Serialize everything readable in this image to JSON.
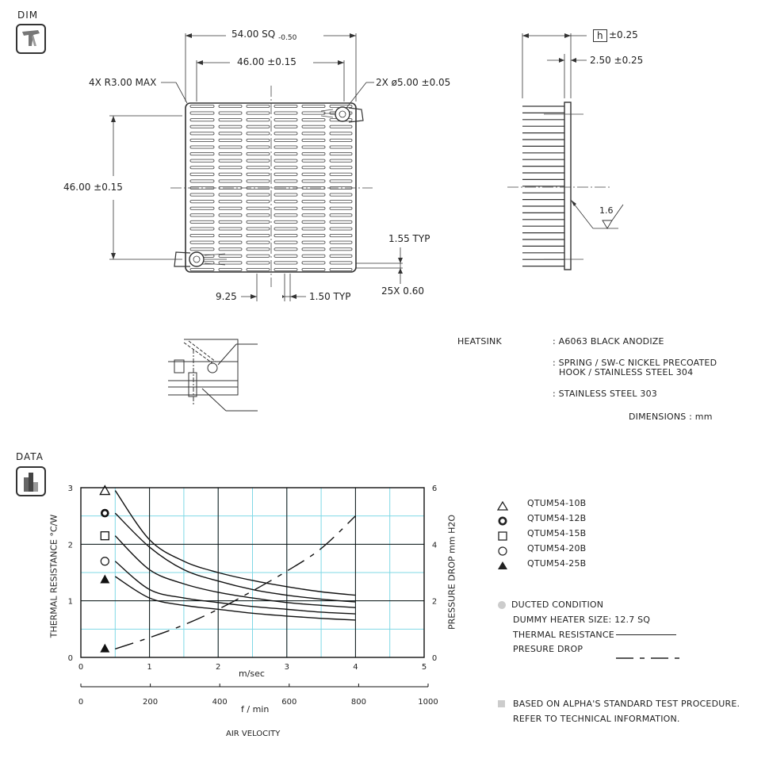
{
  "sections": {
    "dim": "DIM",
    "data": "DATA"
  },
  "icons": {
    "dim_icon": "caliper-icon",
    "data_icon": "bar-chart-icon"
  },
  "dimensions": {
    "overall": "54.00 SQ",
    "overall_tol": "-0.50",
    "pitch_h": "46.00 ±0.15",
    "pitch_v": "46.00 ±0.15",
    "radius": "4X R3.00 MAX",
    "hole": "2X ø5.00 ±0.05",
    "offset": "9.25",
    "fin_gap": "1.50 TYP",
    "fin_thk": "1.55 TYP",
    "fin_count": "25X 0.60",
    "height_box": "h",
    "height_tol": "±0.25",
    "base": "2.50 ±0.25",
    "roughness": "1.6"
  },
  "materials": [
    {
      "label": "HEATSINK",
      "value": ": A6063 BLACK ANODIZE"
    },
    {
      "label": "",
      "value": ": SPRING / SW-C NICKEL PRECOATED"
    },
    {
      "label": "",
      "value": "HOOK / STAINLESS STEEL 304"
    },
    {
      "label": "",
      "value": ": STAINLESS STEEL 303"
    }
  ],
  "units_note": "DIMENSIONS : mm",
  "legend": [
    {
      "marker": "triangle-open",
      "label": "QTUM54-10B"
    },
    {
      "marker": "circle-bold",
      "label": "QTUM54-12B"
    },
    {
      "marker": "square-open",
      "label": "QTUM54-15B"
    },
    {
      "marker": "circle-open",
      "label": "QTUM54-20B"
    },
    {
      "marker": "triangle-filled",
      "label": "QTUM54-25B"
    }
  ],
  "conditions": {
    "title": "DUCTED CONDITION",
    "heater": "DUMMY HEATER SIZE: 12.7 SQ",
    "thermal": "THERMAL RESISTANCE",
    "pressure": "PRESURE DROP"
  },
  "footnote": [
    "BASED ON ALPHA'S STANDARD TEST PROCEDURE.",
    "REFER TO TECHNICAL INFORMATION."
  ],
  "chart_data": {
    "type": "line",
    "xlabel": "m/sec",
    "xlabel2": "f / min",
    "xtitle": "AIR VELOCITY",
    "ylabel": "THERMAL RESISTANCE °C/W",
    "ylabel2": "PRESSURE DROP mm H2O",
    "xlim": [
      0,
      5
    ],
    "ylim": [
      0,
      3
    ],
    "y2lim": [
      0,
      6
    ],
    "xticks": [
      "0",
      "1",
      "2",
      "3",
      "4",
      "5"
    ],
    "x2ticks": [
      "0",
      "200",
      "400",
      "600",
      "800",
      "1000"
    ],
    "yticks": [
      "0",
      "1",
      "2",
      "3"
    ],
    "y2ticks": [
      "0",
      "2",
      "4",
      "6"
    ],
    "grid": true,
    "series": [
      {
        "name": "QTUM54-10B",
        "x": [
          0.5,
          1,
          1.5,
          2,
          2.5,
          3,
          3.5,
          4
        ],
        "y": [
          2.95,
          2.08,
          1.7,
          1.5,
          1.36,
          1.25,
          1.16,
          1.1
        ]
      },
      {
        "name": "QTUM54-12B",
        "x": [
          0.5,
          1,
          1.5,
          2,
          2.5,
          3,
          3.5,
          4
        ],
        "y": [
          2.55,
          1.95,
          1.55,
          1.35,
          1.2,
          1.1,
          1.03,
          0.98
        ]
      },
      {
        "name": "QTUM54-15B",
        "x": [
          0.5,
          1,
          1.5,
          2,
          2.5,
          3,
          3.5,
          4
        ],
        "y": [
          2.15,
          1.55,
          1.3,
          1.15,
          1.05,
          0.97,
          0.92,
          0.88
        ]
      },
      {
        "name": "QTUM54-20B",
        "x": [
          0.5,
          1,
          1.5,
          2,
          2.5,
          3,
          3.5,
          4
        ],
        "y": [
          1.7,
          1.2,
          1.05,
          0.97,
          0.9,
          0.85,
          0.8,
          0.77
        ]
      },
      {
        "name": "QTUM54-25B",
        "x": [
          0.5,
          1,
          1.5,
          2,
          2.5,
          3,
          3.5,
          4
        ],
        "y": [
          1.43,
          1.05,
          0.92,
          0.85,
          0.78,
          0.73,
          0.69,
          0.66
        ]
      }
    ],
    "pressure_drop": {
      "x": [
        0.5,
        1,
        1.5,
        2,
        2.5,
        3,
        3.5,
        4
      ],
      "y": [
        0.3,
        0.7,
        1.15,
        1.7,
        2.35,
        3.05,
        3.85,
        5.0
      ]
    },
    "markers": [
      {
        "marker": "triangle-open",
        "x": 0.35,
        "y": 2.95
      },
      {
        "marker": "circle-bold",
        "x": 0.35,
        "y": 2.55
      },
      {
        "marker": "square-open",
        "x": 0.35,
        "y": 2.15
      },
      {
        "marker": "circle-open",
        "x": 0.35,
        "y": 1.7
      },
      {
        "marker": "triangle-filled",
        "x": 0.35,
        "y": 1.38
      },
      {
        "marker": "triangle-filled",
        "x": 0.35,
        "y": 0.16
      }
    ]
  }
}
